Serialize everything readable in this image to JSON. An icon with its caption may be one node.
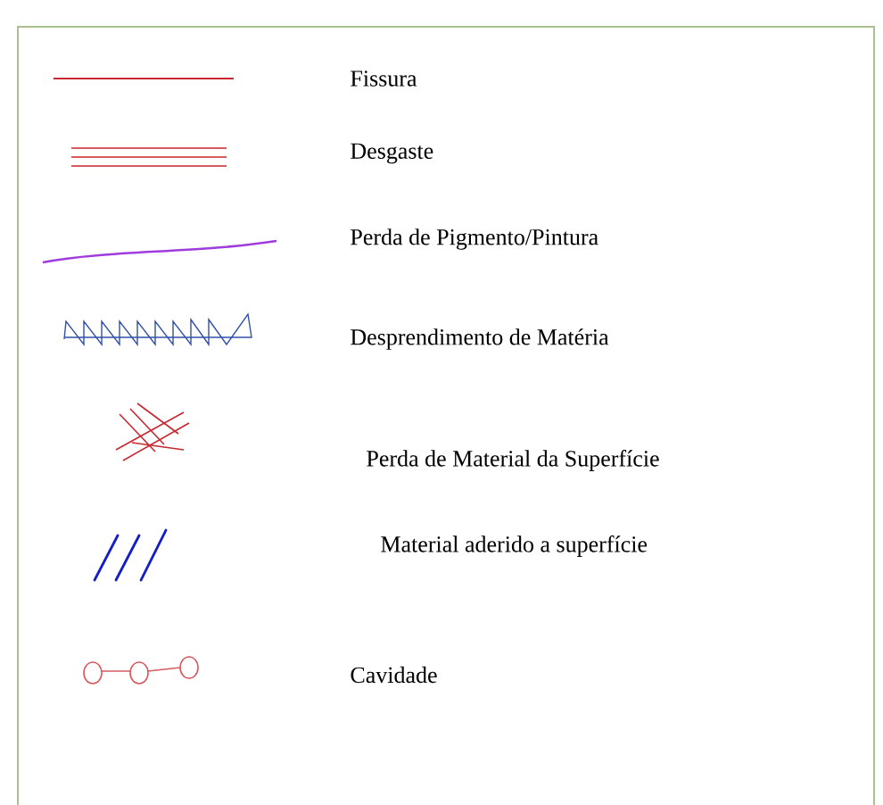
{
  "diagram": {
    "legend": [
      {
        "text": "Fissura"
      },
      {
        "text": "Desgaste"
      },
      {
        "text": "Perda de Pigmento/Pintura"
      },
      {
        "text": "Desprendimento de Matéria"
      },
      {
        "text": "Perda de Material da Superfície"
      },
      {
        "text": "Material aderido a superfície"
      },
      {
        "text": "Cavidade"
      }
    ]
  }
}
